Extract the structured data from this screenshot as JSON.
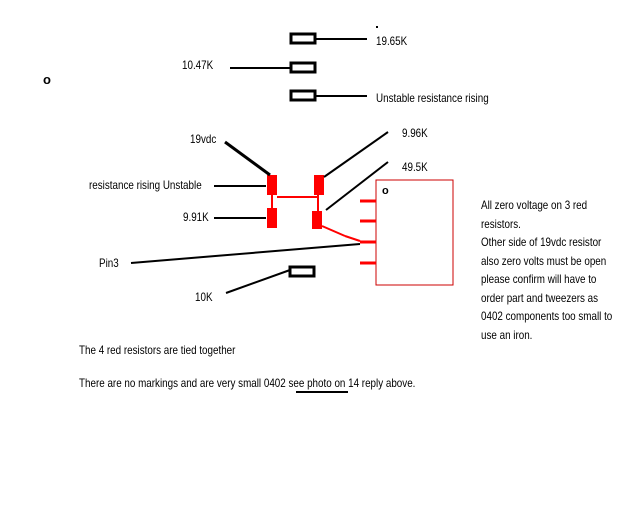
{
  "labels": {
    "r1": "19.65K",
    "r2": "10.47K",
    "r3": "Unstable   resistance rising",
    "vdc": "19vdc",
    "r4": "9.96K",
    "r5": "49.5K",
    "left_unstable": "resistance rising  Unstable",
    "r6": "9.91K",
    "pin3": "Pin3",
    "r7": "10K",
    "chip_mark": "o"
  },
  "corner_mark": "o",
  "notes": {
    "tied": "The 4 red resistors are tied together",
    "markings_pre": "There are no markings and are very small 0402 ",
    "markings_link": "see photo on 14",
    "markings_post": " reply above.",
    "side": "All zero voltage on 3 red resistors.\nOther side of 19vdc resistor also zero volts must be open please confirm will have to order part and tweezers as 0402 components too small to use an iron."
  },
  "colors": {
    "red": "#ff0000",
    "black": "#000000",
    "chip_border": "#cc0000"
  }
}
